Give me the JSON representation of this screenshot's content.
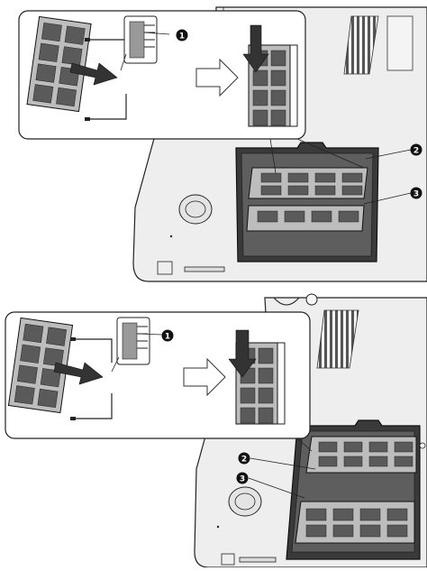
{
  "figure": {
    "panels": [
      {
        "name": "memory-installation-top",
        "callouts": [
          {
            "number": "1",
            "target": "connector-latch"
          },
          {
            "number": "2",
            "target": "memory-module-upper"
          },
          {
            "number": "3",
            "target": "memory-slot-lower"
          }
        ]
      },
      {
        "name": "memory-installation-bottom",
        "callouts": [
          {
            "number": "1",
            "target": "connector-latch"
          },
          {
            "number": "2",
            "target": "memory-module-upper"
          },
          {
            "number": "3",
            "target": "memory-module-lower"
          }
        ]
      }
    ],
    "colors": {
      "line": "#222222",
      "chassis": "#eeeeee",
      "module_board": "#bdbdbd",
      "module_chip": "#5a5a5a",
      "compartment": "#333333",
      "callout_fill": "#111111",
      "callout_text": "#ffffff"
    },
    "icon_names": [
      "arrow-insert-icon",
      "arrow-press-down-icon",
      "process-arrow-icon",
      "callout-marker-icon"
    ]
  }
}
